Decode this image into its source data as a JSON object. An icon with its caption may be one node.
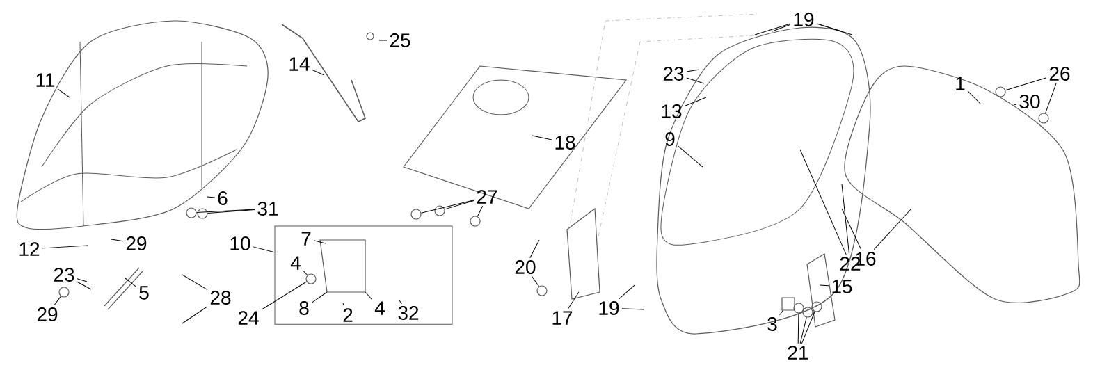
{
  "diagram": {
    "nodes": [
      {
        "text": [
          "11"
        ]
      },
      {
        "text": [
          "14"
        ]
      },
      {
        "text": [
          "25"
        ]
      },
      {
        "text": [
          "18"
        ]
      },
      {
        "text": [
          "6"
        ]
      },
      {
        "text": [
          "31"
        ]
      },
      {
        "text": [
          "27"
        ]
      },
      {
        "text": [
          "10"
        ]
      },
      {
        "text": [
          "7"
        ],
        "in": 36
      },
      {
        "text": [
          "29"
        ]
      },
      {
        "text": [
          "12"
        ]
      },
      {
        "text": [
          "23"
        ]
      },
      {
        "text": [
          "4"
        ],
        "in": 36
      },
      {
        "text": [
          "5"
        ]
      },
      {
        "text": [
          "28"
        ]
      },
      {
        "text": [
          "29"
        ]
      },
      {
        "text": [
          "24"
        ]
      },
      {
        "text": [
          "8"
        ],
        "in": 36
      },
      {
        "text": [
          "2"
        ],
        "in": 36
      },
      {
        "text": [
          "4"
        ],
        "in": 36
      },
      {
        "text": [
          "32"
        ],
        "in": 36
      },
      {
        "text": [
          "19"
        ]
      },
      {
        "text": [
          "23"
        ]
      },
      {
        "text": [
          "13"
        ]
      },
      {
        "text": [
          "9"
        ]
      },
      {
        "text": [
          "26"
        ]
      },
      {
        "text": [
          "1"
        ]
      },
      {
        "text": [
          "30"
        ]
      },
      {
        "text": [
          "20"
        ]
      },
      {
        "text": [
          "17"
        ]
      },
      {
        "text": [
          "19"
        ]
      },
      {
        "text": [
          "22"
        ]
      },
      {
        "text": [
          "16"
        ]
      },
      {
        "text": [
          "15"
        ]
      },
      {
        "text": [
          "3"
        ]
      },
      {
        "text": [
          "21"
        ]
      },
      {
        "text": [],
        "shape": "box"
      },
      {
        "text": [],
        "shape": "circle"
      },
      {
        "text": [],
        "shape": "circle"
      },
      {
        "text": [],
        "shape": "circle"
      },
      {
        "text": [],
        "shape": "circle",
        "in": 36
      },
      {
        "text": [],
        "shape": "circle"
      },
      {
        "text": [],
        "shape": "circle"
      },
      {
        "text": [],
        "shape": "circle"
      },
      {
        "text": [],
        "shape": "box"
      },
      {
        "text": [],
        "shape": "circle"
      },
      {
        "text": [],
        "shape": "circle"
      },
      {
        "text": [],
        "shape": "circle"
      },
      {
        "text": [],
        "shape": "circle"
      },
      {
        "text": [],
        "shape": "circle"
      },
      {
        "text": [],
        "shape": "circle"
      }
    ],
    "edges": [
      {
        "from": 0,
        "to": null,
        "arrow": "none"
      },
      {
        "from": 1,
        "to": null,
        "arrow": "none"
      },
      {
        "from": 2,
        "to": null,
        "arrow": "none"
      },
      {
        "from": 3,
        "to": null,
        "arrow": "none"
      },
      {
        "from": 4,
        "to": null,
        "arrow": "none"
      },
      {
        "from": 5,
        "to": 37,
        "arrow": "none"
      },
      {
        "from": 5,
        "to": 38,
        "arrow": "none"
      },
      {
        "from": 6,
        "to": 48,
        "arrow": "none"
      },
      {
        "from": 6,
        "to": 49,
        "arrow": "none"
      },
      {
        "from": 6,
        "to": 50,
        "arrow": "none"
      },
      {
        "from": 7,
        "to": 36,
        "arrow": "none"
      },
      {
        "from": 8,
        "to": null,
        "arrow": "none"
      },
      {
        "from": 9,
        "to": null,
        "arrow": "none"
      },
      {
        "from": 10,
        "to": null,
        "arrow": "none"
      },
      {
        "from": 11,
        "to": null,
        "arrow": "none"
      },
      {
        "from": 11,
        "to": null,
        "arrow": "none"
      },
      {
        "from": 12,
        "to": 40,
        "arrow": "none"
      },
      {
        "from": 13,
        "to": null,
        "arrow": "none"
      },
      {
        "from": 14,
        "to": null,
        "arrow": "none"
      },
      {
        "from": 14,
        "to": null,
        "arrow": "none"
      },
      {
        "from": 15,
        "to": 39,
        "arrow": "none"
      },
      {
        "from": 16,
        "to": 40,
        "arrow": "none"
      },
      {
        "from": 17,
        "to": null,
        "arrow": "none"
      },
      {
        "from": 18,
        "to": null,
        "arrow": "none"
      },
      {
        "from": 19,
        "to": null,
        "arrow": "none"
      },
      {
        "from": 20,
        "to": null,
        "arrow": "none"
      },
      {
        "from": 21,
        "to": null,
        "arrow": "none"
      },
      {
        "from": 21,
        "to": null,
        "arrow": "none"
      },
      {
        "from": 21,
        "to": null,
        "arrow": "none"
      },
      {
        "from": 21,
        "to": null,
        "arrow": "none"
      },
      {
        "from": 22,
        "to": null,
        "arrow": "none"
      },
      {
        "from": 22,
        "to": null,
        "arrow": "none"
      },
      {
        "from": 23,
        "to": null,
        "arrow": "none"
      },
      {
        "from": 24,
        "to": null,
        "arrow": "none"
      },
      {
        "from": 25,
        "to": 41,
        "arrow": "none"
      },
      {
        "from": 25,
        "to": 42,
        "arrow": "none"
      },
      {
        "from": 26,
        "to": null,
        "arrow": "none"
      },
      {
        "from": 27,
        "to": null,
        "arrow": "none"
      },
      {
        "from": 28,
        "to": null,
        "arrow": "none"
      },
      {
        "from": 28,
        "to": 43,
        "arrow": "none"
      },
      {
        "from": 29,
        "to": null,
        "arrow": "none"
      },
      {
        "from": 30,
        "to": null,
        "arrow": "none"
      },
      {
        "from": 30,
        "to": null,
        "arrow": "none"
      },
      {
        "from": 31,
        "to": null,
        "arrow": "none"
      },
      {
        "from": 31,
        "to": null,
        "arrow": "none"
      },
      {
        "from": 32,
        "to": null,
        "arrow": "none"
      },
      {
        "from": 32,
        "to": null,
        "arrow": "none"
      },
      {
        "from": 33,
        "to": null,
        "arrow": "none"
      },
      {
        "from": 34,
        "to": 44,
        "arrow": "none"
      },
      {
        "from": 35,
        "to": 45,
        "arrow": "none"
      },
      {
        "from": 35,
        "to": 46,
        "arrow": "none"
      },
      {
        "from": 35,
        "to": 47,
        "arrow": "none"
      }
    ]
  }
}
